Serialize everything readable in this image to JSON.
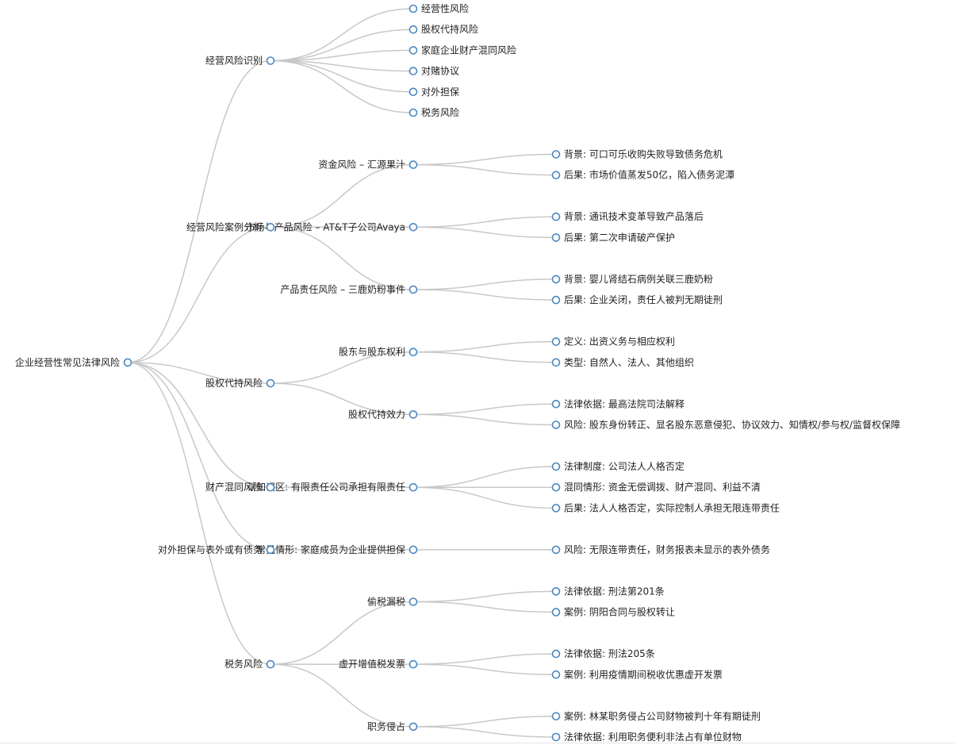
{
  "tree": {
    "label": "企业经营性常见法律风险",
    "children": [
      {
        "label": "经营风险识别",
        "children": [
          {
            "label": "经营性风险"
          },
          {
            "label": "股权代持风险"
          },
          {
            "label": "家庭企业财产混同风险"
          },
          {
            "label": "对赌协议"
          },
          {
            "label": "对外担保"
          },
          {
            "label": "税务风险"
          }
        ]
      },
      {
        "label": "经营风险案例分析",
        "children": [
          {
            "label": "资金风险 – 汇源果汁",
            "children": [
              {
                "label": "背景: 可口可乐收购失败导致债务危机"
              },
              {
                "label": "后果: 市场价值蒸发50亿，陷入债务泥潭"
              }
            ]
          },
          {
            "label": "市场与产品风险 – AT&T子公司Avaya",
            "children": [
              {
                "label": "背景: 通讯技术变革导致产品落后"
              },
              {
                "label": "后果: 第二次申请破产保护"
              }
            ]
          },
          {
            "label": "产品责任风险 – 三鹿奶粉事件",
            "children": [
              {
                "label": "背景: 婴儿肾结石病例关联三鹿奶粉"
              },
              {
                "label": "后果: 企业关闭，责任人被判无期徒刑"
              }
            ]
          }
        ]
      },
      {
        "label": "股权代持风险",
        "children": [
          {
            "label": "股东与股东权利",
            "children": [
              {
                "label": "定义: 出资义务与相应权利"
              },
              {
                "label": "类型: 自然人、法人、其他组织"
              }
            ]
          },
          {
            "label": "股权代持效力",
            "children": [
              {
                "label": "法律依据: 最高法院司法解释"
              },
              {
                "label": "风险: 股东身份转正、显名股东恶意侵犯、协议效力、知情权/参与权/监督权保障"
              }
            ]
          }
        ]
      },
      {
        "label": "财产混同风险",
        "children": [
          {
            "label": "认知误区: 有限责任公司承担有限责任",
            "children": [
              {
                "label": "法律制度: 公司法人人格否定"
              },
              {
                "label": "混同情形: 资金无偿调拨、财产混同、利益不清"
              },
              {
                "label": "后果: 法人人格否定，实际控制人承担无限连带责任"
              }
            ]
          }
        ]
      },
      {
        "label": "对外担保与表外或有债务",
        "children": [
          {
            "label": "常见情形: 家庭成员为企业提供担保",
            "children": [
              {
                "label": "风险: 无限连带责任，财务报表未显示的表外债务"
              }
            ]
          }
        ]
      },
      {
        "label": "税务风险",
        "children": [
          {
            "label": "偷税漏税",
            "children": [
              {
                "label": "法律依据: 刑法第201条"
              },
              {
                "label": "案例: 阴阳合同与股权转让"
              }
            ]
          },
          {
            "label": "虚开增值税发票",
            "children": [
              {
                "label": "法律依据: 刑法205条"
              },
              {
                "label": "案例: 利用疫情期间税收优惠虚开发票"
              }
            ]
          },
          {
            "label": "职务侵占",
            "children": [
              {
                "label": "案例: 林某职务侵占公司财物被判十年有期徒刑"
              },
              {
                "label": "法律依据: 利用职务便利非法占有单位财物"
              }
            ]
          }
        ]
      }
    ]
  },
  "colors": {
    "link": "#c8c8c8",
    "node_stroke": "#4a88c2",
    "node_fill": "#ffffff",
    "text": "#222222"
  }
}
